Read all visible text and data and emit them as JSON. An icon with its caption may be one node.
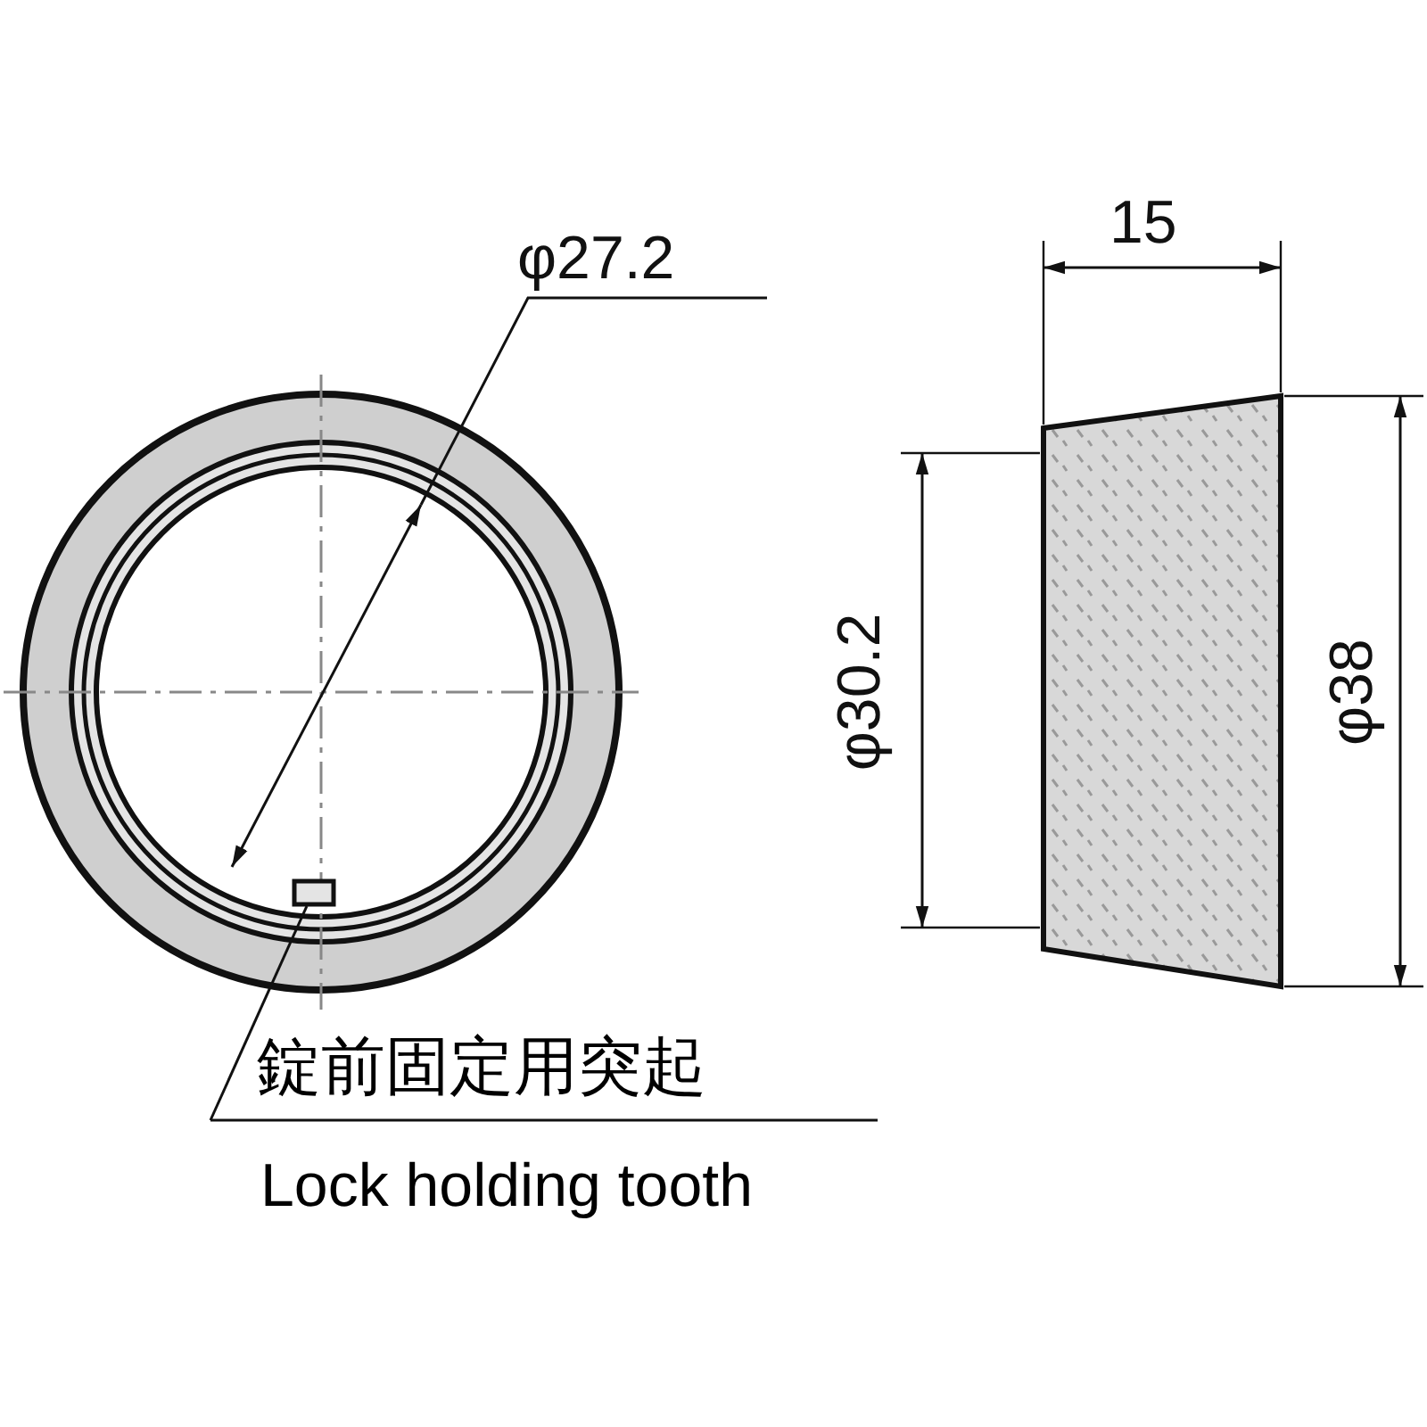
{
  "diagram": {
    "nodes": [
      {
        "text": [
          "錠前固定用突起",
          "Lock holding tooth"
        ]
      },
      {
        "text": [],
        "shape": "box"
      }
    ],
    "edges": [
      {
        "from": 0,
        "to": 1,
        "arrow": "none"
      }
    ],
    "labels": [
      "φ27.2",
      "15",
      "φ30.2",
      "φ38"
    ]
  }
}
